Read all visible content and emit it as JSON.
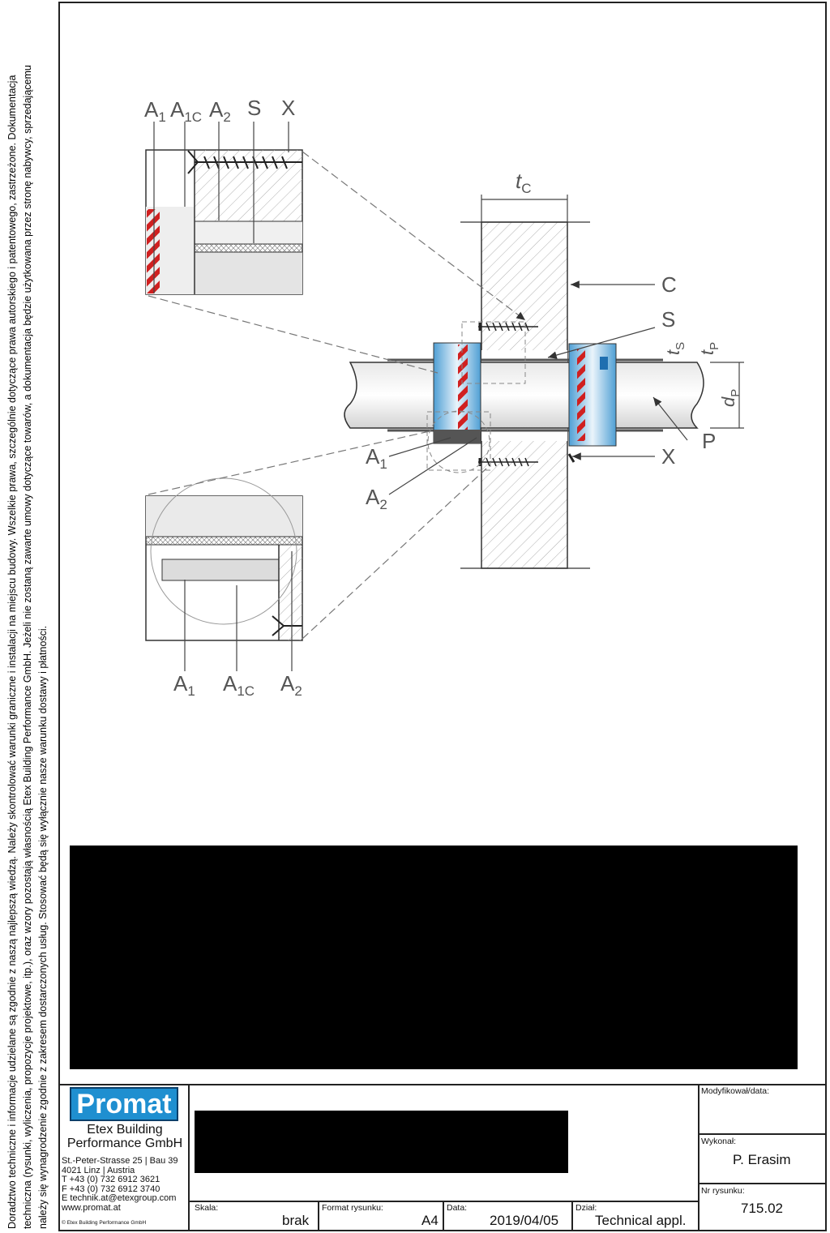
{
  "disclaimer": [
    "Doradztwo techniczne i informacje udzielane są zgodnie z naszą najlepszą wiedzą. Należy skontrolować warunki graniczne i instalacji na miejscu budowy. Wszelkie prawa, szczególnie dotyczące prawa autorskiego i patentowego, zastrzeżone. Dokumentacja",
    "techniczna (rysunki, wyliczenia, propozycje projektowe, itp.), oraz wzory pozostają własnością Etex Building Performance GmbH. Jeżeli nie zostaną zawarte umowy dotyczące towarów, a dokumentacja będzie użytkowana przez stronę nabywcy, sprzedającemu",
    "należy się wynagrodzenie zgodnie z zakresem dostarczonych usług. Stosować będą się wyłącznie nasze warunku dostawy i płatności."
  ],
  "drawing": {
    "top_detail_labels": {
      "a1": "A",
      "a1_sub": "1",
      "a1c": "A",
      "a1c_sub": "1C",
      "a2": "A",
      "a2_sub": "2",
      "s": "S",
      "x": "X"
    },
    "bottom_detail_labels": {
      "a1": "A",
      "a1_sub": "1",
      "a1c": "A",
      "a1c_sub": "1C",
      "a2": "A",
      "a2_sub": "2"
    },
    "main_labels": {
      "tc": "t",
      "tc_sub": "C",
      "c": "C",
      "s": "S",
      "ts": "t",
      "ts_sub": "S",
      "tp": "t",
      "tp_sub": "P",
      "dp": "d",
      "dp_sub": "P",
      "p": "P",
      "x": "X",
      "a1": "A",
      "a1_sub": "1",
      "a2": "A",
      "a2_sub": "2"
    },
    "colors": {
      "line": "#333333",
      "hatch": "#9a9a9a",
      "band_blue": "#3a8fc8",
      "band_red": "#d02020"
    }
  },
  "logo": {
    "brand": "Promat",
    "brand_color": "#1f8fd0"
  },
  "company": {
    "name_line1": "Etex Building",
    "name_line2": "Performance GmbH",
    "address1": "St.-Peter-Strasse 25 | Bau 39",
    "address2": "4021 Linz | Austria",
    "phone": "T +43 (0) 732 6912 3621",
    "fax": "F +43 (0) 732 6912 3740",
    "email": "E technik.at@etexgroup.com",
    "web": "www.promat.at",
    "copyright": "© Etex Building Performance GmbH"
  },
  "titleblock": {
    "modified_label": "Modyfikował/data:",
    "made_by_label": "Wykonał:",
    "made_by": "P. Erasim",
    "drawing_no_label": "Nr rysunku:",
    "drawing_no": "715.02",
    "scale_label": "Skala:",
    "scale": "brak",
    "format_label": "Format rysunku:",
    "format": "A4",
    "date_label": "Data:",
    "date": "2019/04/05",
    "dept_label": "Dział:",
    "dept": "Technical appl."
  }
}
